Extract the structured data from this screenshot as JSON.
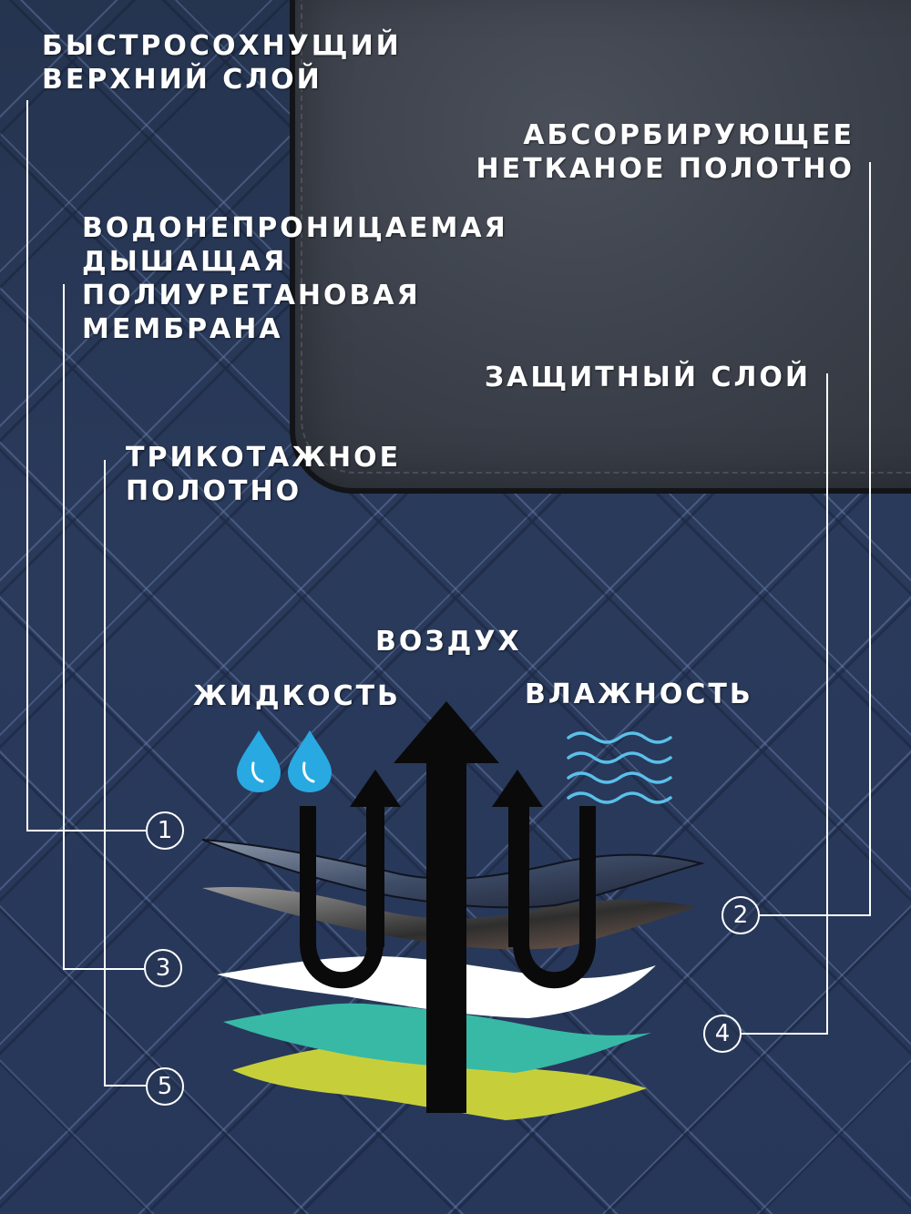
{
  "labels": {
    "l1": [
      "БЫСТРОСОХНУЩИЙ",
      "ВЕРХНИЙ СЛОЙ"
    ],
    "l2": [
      "АБСОРБИРУЮЩЕЕ",
      "НЕТКАНОЕ ПОЛОТНО"
    ],
    "l3": [
      "ВОДОНЕПРОНИЦАЕМАЯ",
      "ДЫШАЩАЯ",
      "ПОЛИУРЕТАНОВАЯ",
      "МЕМБРАНА"
    ],
    "l4": [
      "ЗАЩИТНЫЙ СЛОЙ"
    ],
    "l5": [
      "ТРИКОТАЖНОЕ",
      "ПОЛОТНО"
    ]
  },
  "legend": {
    "air": "ВОЗДУХ",
    "liquid": "ЖИДКОСТЬ",
    "humidity": "ВЛАЖНОСТЬ"
  },
  "markers": [
    "1",
    "2",
    "3",
    "4",
    "5"
  ],
  "icons": {
    "drops": "water-drop-icon",
    "waves": "humidity-waves-icon",
    "arrows": "air-arrow-icon"
  },
  "colors": {
    "background": "#27375a",
    "felt": "#3c414b",
    "layer1": "#3c4a63",
    "layer2": "#6b5a52",
    "layer3": "#ffffff",
    "layer4": "#37b9a6",
    "layer5": "#c6cf3a",
    "drop": "#29a9e1",
    "wave": "#5bc0ea"
  }
}
